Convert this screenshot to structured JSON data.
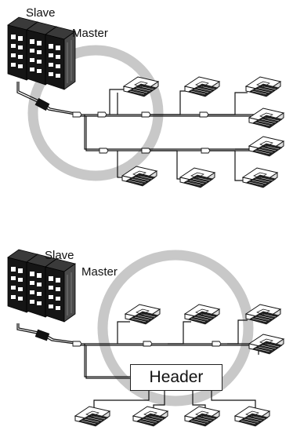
{
  "diagram1": {
    "slave_label": "Slave",
    "master_label": "Master",
    "indoor_unit_count": 8
  },
  "diagram2": {
    "slave_label": "Slave",
    "master_label": "Master",
    "header_label": "Header",
    "indoor_unit_count": 8
  },
  "colors": {
    "ring": "#c8c8c8",
    "line": "#111111",
    "unit_dark": "#1a1a1a"
  }
}
